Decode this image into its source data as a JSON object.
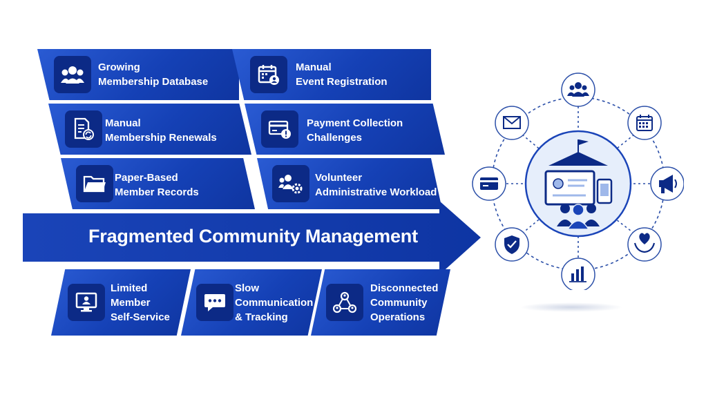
{
  "banner": {
    "title": "Fragmented Community Management"
  },
  "challenges": {
    "growing_db": {
      "line1": "Growing",
      "line2": "Membership Database",
      "icon": "members-group-icon"
    },
    "manual_event": {
      "line1": "Manual",
      "line2": "Event Registration",
      "icon": "calendar-user-icon"
    },
    "manual_renewals": {
      "line1": "Manual",
      "line2": "Membership Renewals",
      "icon": "document-refresh-icon"
    },
    "payment": {
      "line1": "Payment Collection",
      "line2": "Challenges",
      "icon": "card-alert-icon"
    },
    "paper_records": {
      "line1": "Paper-Based",
      "line2": "Member Records",
      "icon": "folder-icon"
    },
    "volunteer": {
      "line1": "Volunteer",
      "line2": "Administrative Workload",
      "icon": "people-gear-icon"
    },
    "self_service": {
      "line1": "Limited",
      "line2": "Member",
      "line3": "Self-Service",
      "icon": "monitor-user-icon"
    },
    "communication": {
      "line1": "Slow",
      "line2": "Communication",
      "line3": "& Tracking",
      "icon": "chat-bubble-icon"
    },
    "disconnected": {
      "line1": "Disconnected",
      "line2": "Community",
      "line3": "Operations",
      "icon": "network-nodes-icon"
    }
  },
  "hub": {
    "center_icon": "community-platform-icon",
    "satellites": [
      "group-icon",
      "calendar-icon",
      "megaphone-icon",
      "heart-hand-icon",
      "bar-chart-icon",
      "shield-check-icon",
      "credit-card-icon",
      "envelope-icon"
    ]
  },
  "colors": {
    "primary": "#1541b6",
    "dark": "#0c2a86",
    "light": "#e6eefb",
    "ring": "#2b4fa8"
  }
}
